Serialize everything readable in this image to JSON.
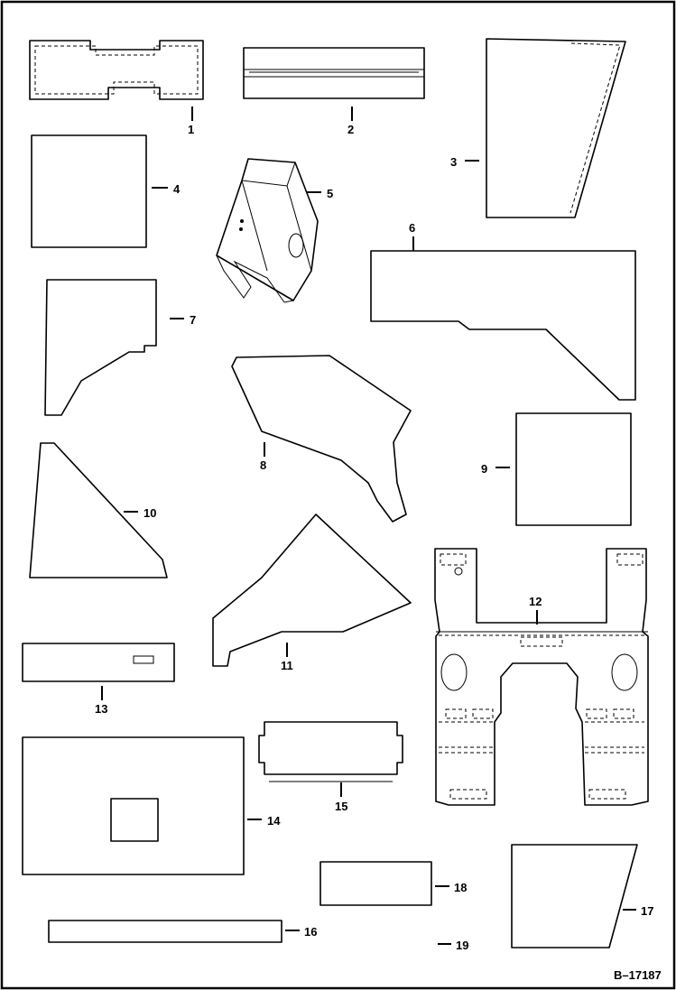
{
  "figure": {
    "reference": "B–17187",
    "callouts": [
      "1",
      "2",
      "3",
      "4",
      "5",
      "6",
      "7",
      "8",
      "9",
      "10",
      "11",
      "12",
      "13",
      "14",
      "15",
      "16",
      "17",
      "18",
      "19"
    ]
  }
}
